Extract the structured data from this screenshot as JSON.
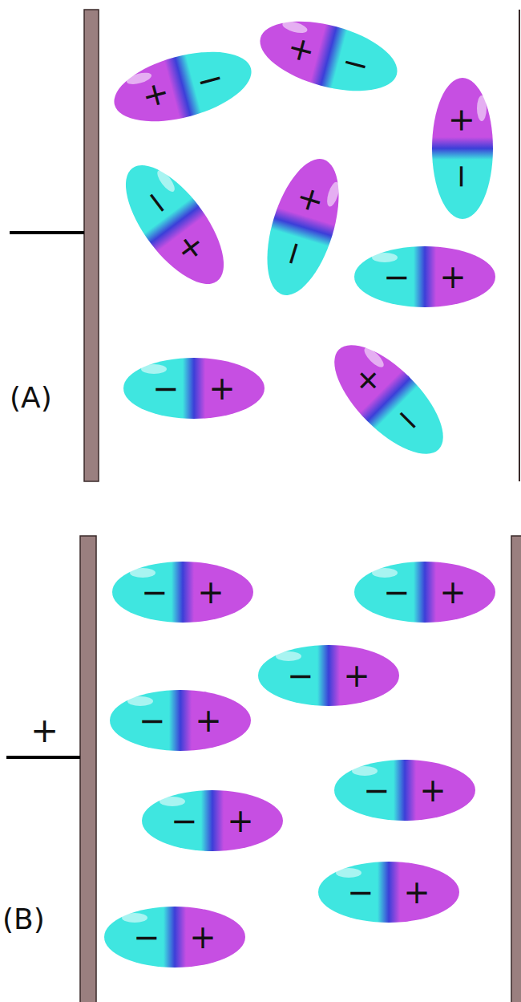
{
  "diagram": {
    "nodes": [
      {
        "text": [
          "+",
          "−"
        ]
      },
      {
        "text": [
          "+",
          "−"
        ]
      },
      {
        "text": [
          "+",
          "−"
        ]
      },
      {
        "text": [
          "−",
          "+"
        ]
      },
      {
        "text": [
          "+",
          "−"
        ]
      },
      {
        "text": [
          "−",
          "+"
        ]
      },
      {
        "text": [
          "−",
          "+"
        ]
      },
      {
        "text": [
          "+",
          "−"
        ]
      },
      {
        "text": [
          "−",
          "+"
        ]
      },
      {
        "text": [
          "−",
          "+"
        ]
      },
      {
        "text": [
          "−",
          "+"
        ]
      },
      {
        "text": [
          "−",
          "+"
        ]
      },
      {
        "text": [
          "−",
          "+"
        ]
      },
      {
        "text": [
          "−",
          "+"
        ]
      },
      {
        "text": [
          "−",
          "+"
        ]
      },
      {
        "text": [
          "−",
          "+"
        ]
      }
    ],
    "labels": [
      "(A)",
      "+",
      "(B)"
    ]
  }
}
